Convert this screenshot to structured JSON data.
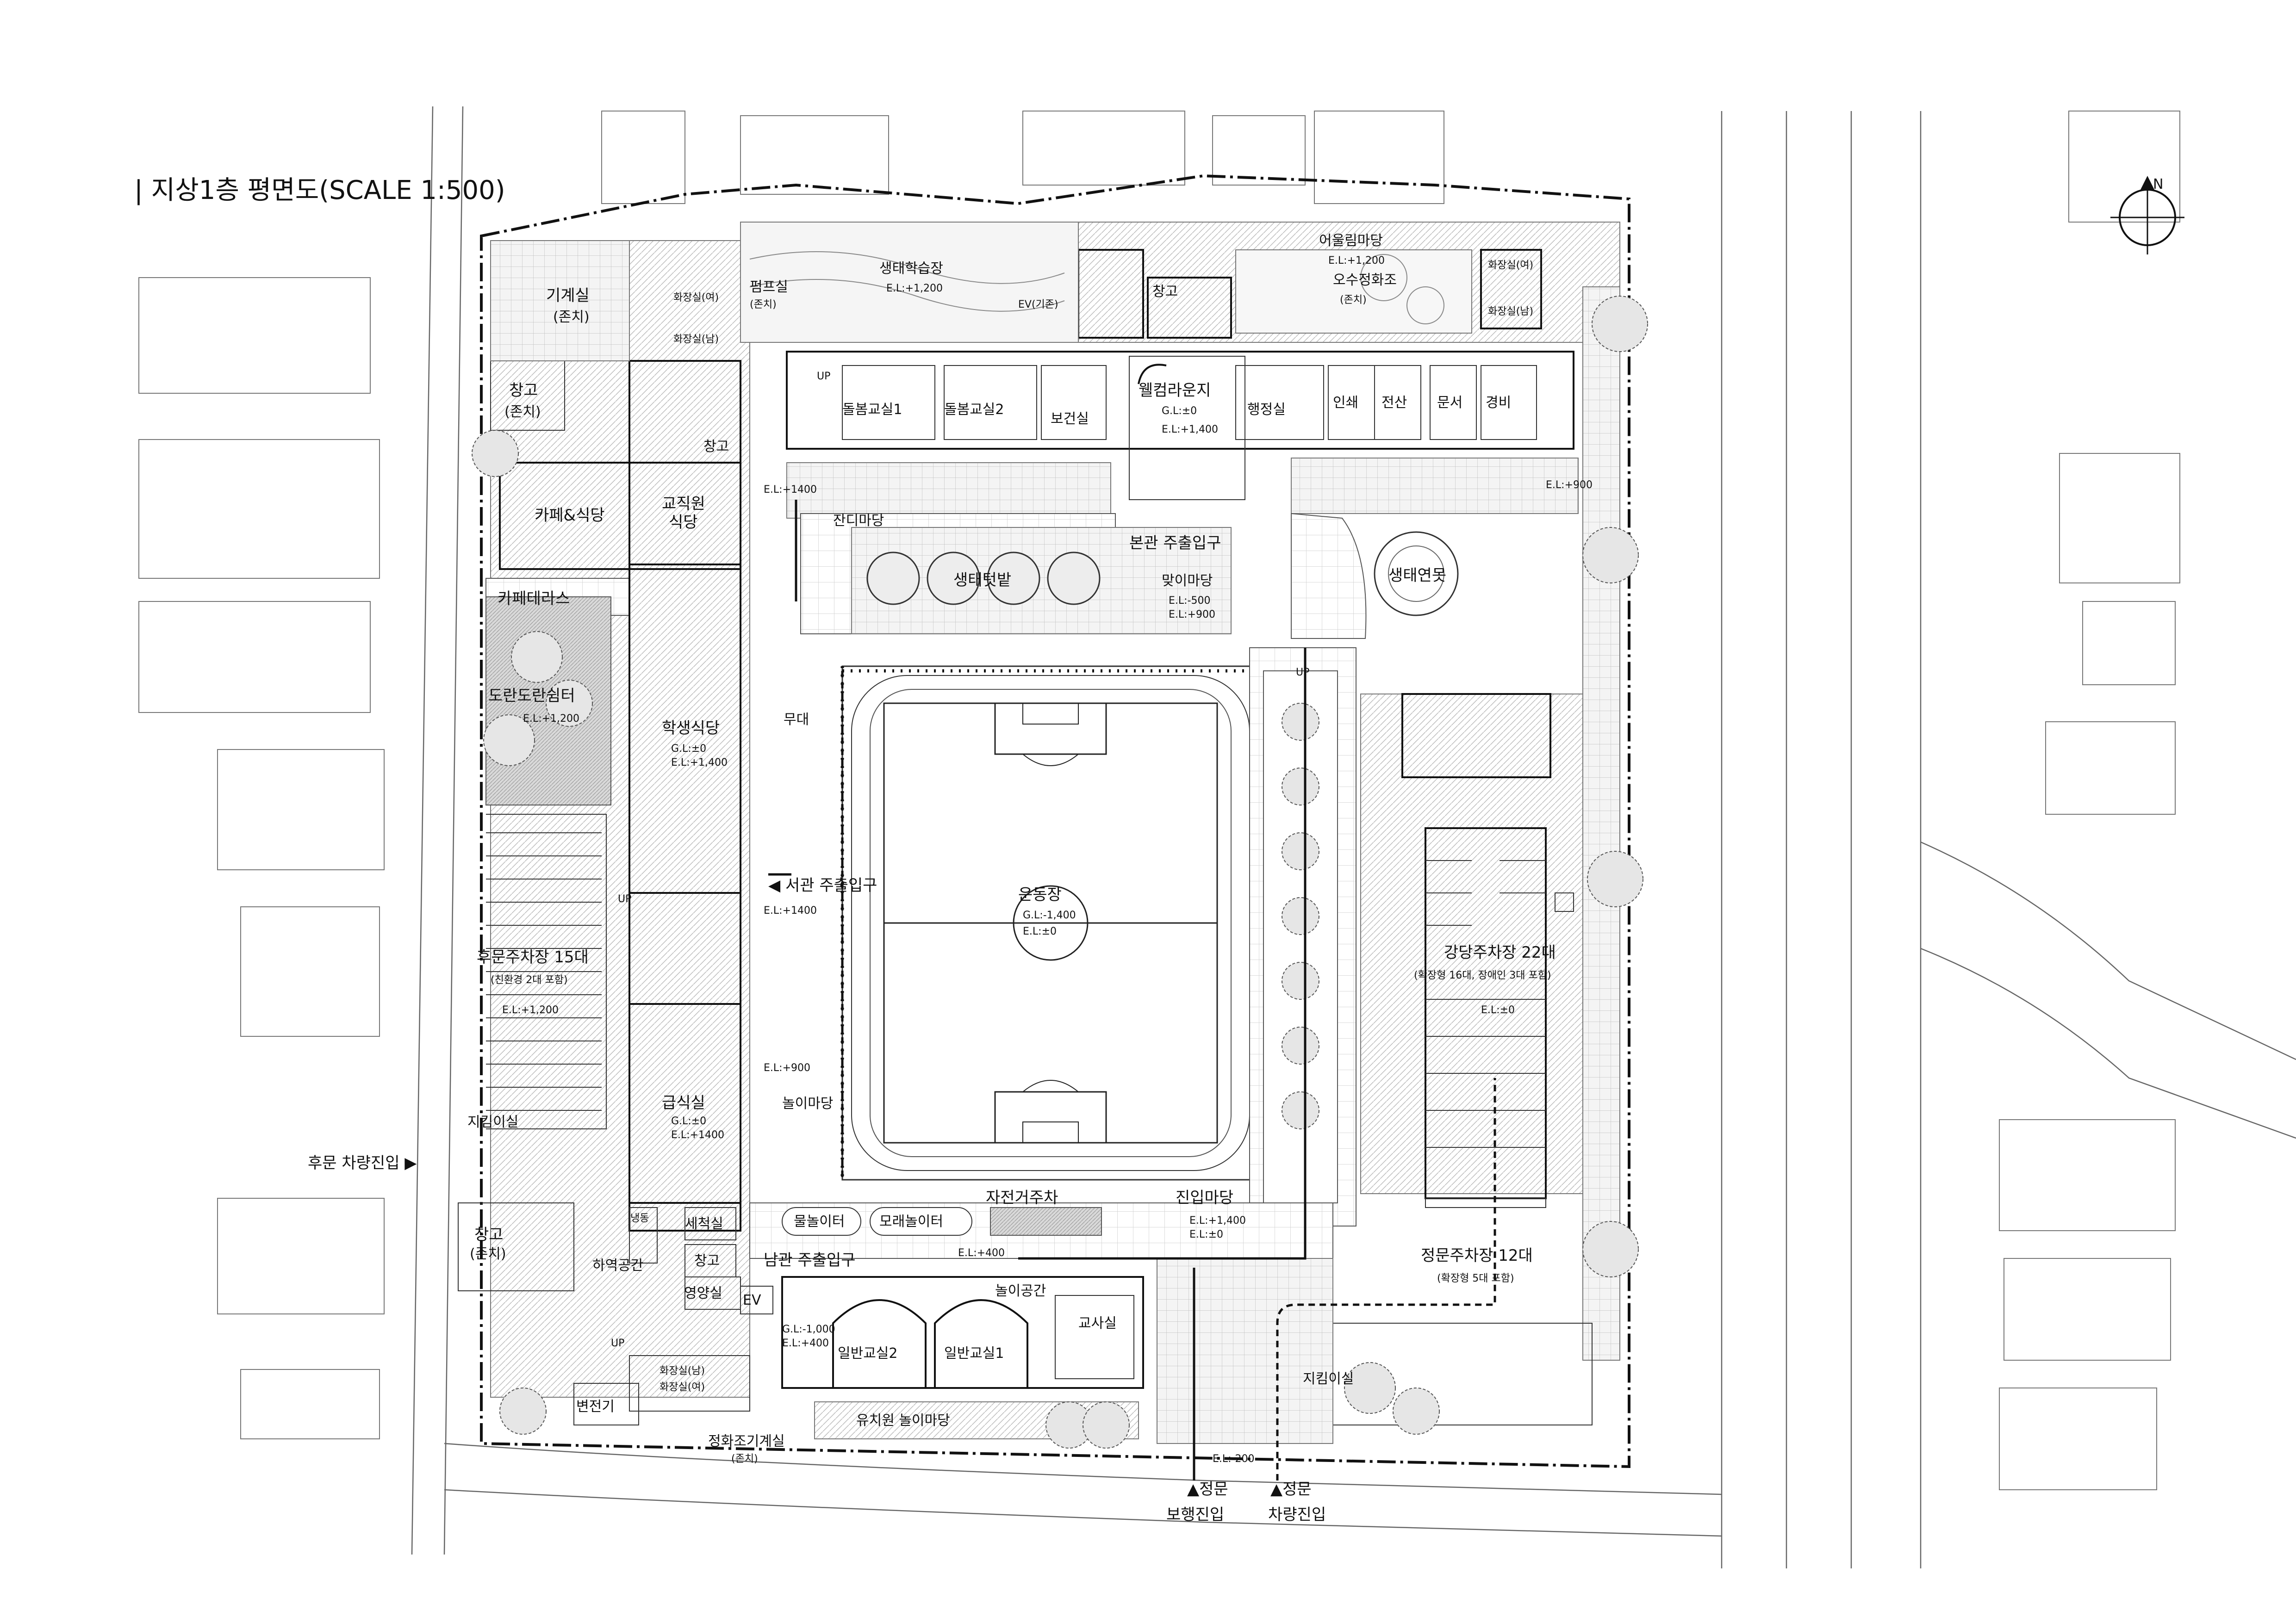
{
  "title": "| 지상1층 평면도(SCALE 1:500)",
  "north_arrow_label": "N",
  "rooms": {
    "mech_room": "기계실",
    "existing": "(존치)",
    "storage": "창고",
    "cafe_dining": "카페&식당",
    "faculty_dining_1": "교직원",
    "faculty_dining_2": "식당",
    "cafeteras": "카페테라스",
    "library_rest": "도란도란쉼터",
    "student_dining": "학생식당",
    "stage": "무대",
    "rear_parking": "후문주차장 15대",
    "rear_parking_note": "(친환경 2대 포함)",
    "guard_room": "지킴이실",
    "kitchen": "급식실",
    "wash_room": "세척실",
    "nutrition_room": "영양실",
    "cold_storage": "냉동",
    "ev": "EV",
    "unload_space": "하역공간",
    "restroom_m": "화장실(남)",
    "restroom_f": "화장실(여)",
    "transformer": "변전기",
    "septic_room": "정화조기계실",
    "pump_room": "펌프실",
    "eco_garden": "생태학습장",
    "ev_existing": "EV(기존)",
    "care_room_1": "돌봄교실1",
    "care_room_2": "돌봄교실2",
    "health_room": "보건실",
    "welcome_lounge": "웰컴라운지",
    "admin_room": "행정실",
    "print_room": "인쇄",
    "it_room": "전산",
    "docs_room": "문서",
    "security_room": "경비",
    "harmony_yard": "어울림마당",
    "septic_tank": "오수정화조",
    "grass_yard": "잔디마당",
    "eco_field": "생태텃밭",
    "greeting_yard": "맞이마당",
    "eco_pond": "생태연못",
    "playground": "운동장",
    "play_yard": "놀이마당",
    "water_play": "물놀이터",
    "sand_play": "모래놀이터",
    "bike_parking": "자전거주차",
    "entry_yard": "진입마당",
    "play_space": "놀이공간",
    "classroom_1": "일반교실1",
    "classroom_2": "일반교실2",
    "teacher_room": "교사실",
    "kinder_play": "유치원 놀이마당",
    "auditorium_parking": "강당주차장 22대",
    "auditorium_parking_note": "(확장형 16대, 장애인 3대 포함)",
    "front_parking": "정문주차장 12대",
    "front_parking_note": "(확장형 5대 포함)",
    "restroom_f_short": "화장실(여)",
    "restroom_m_short": "화장실(남)"
  },
  "entrances": {
    "main_entrance": "본관 주출입구",
    "west_entrance": "◀ 서관 주출입구",
    "south_entrance": "남관 주출입구",
    "rear_vehicle": "후문 차량진입 ▶",
    "front_ped_1": "▲정문",
    "front_ped_2": "보행진입",
    "front_veh_1": "▲정문",
    "front_veh_2": "차량진입"
  },
  "levels": {
    "el_1200": "E.L:+1,200",
    "el_1400": "E.L:+1400",
    "el_1400b": "E.L:+1,400",
    "el_900": "E.L:+900",
    "el_500": "E.L:-500",
    "el_0": "E.L:±0",
    "el_m200": "E.L:-200",
    "gl_0": "G.L:±0",
    "gl_1400": "G.L:-1,400",
    "gl_1000": "G.L:-1,000",
    "el_400": "E.L:+400"
  },
  "up": "UP"
}
